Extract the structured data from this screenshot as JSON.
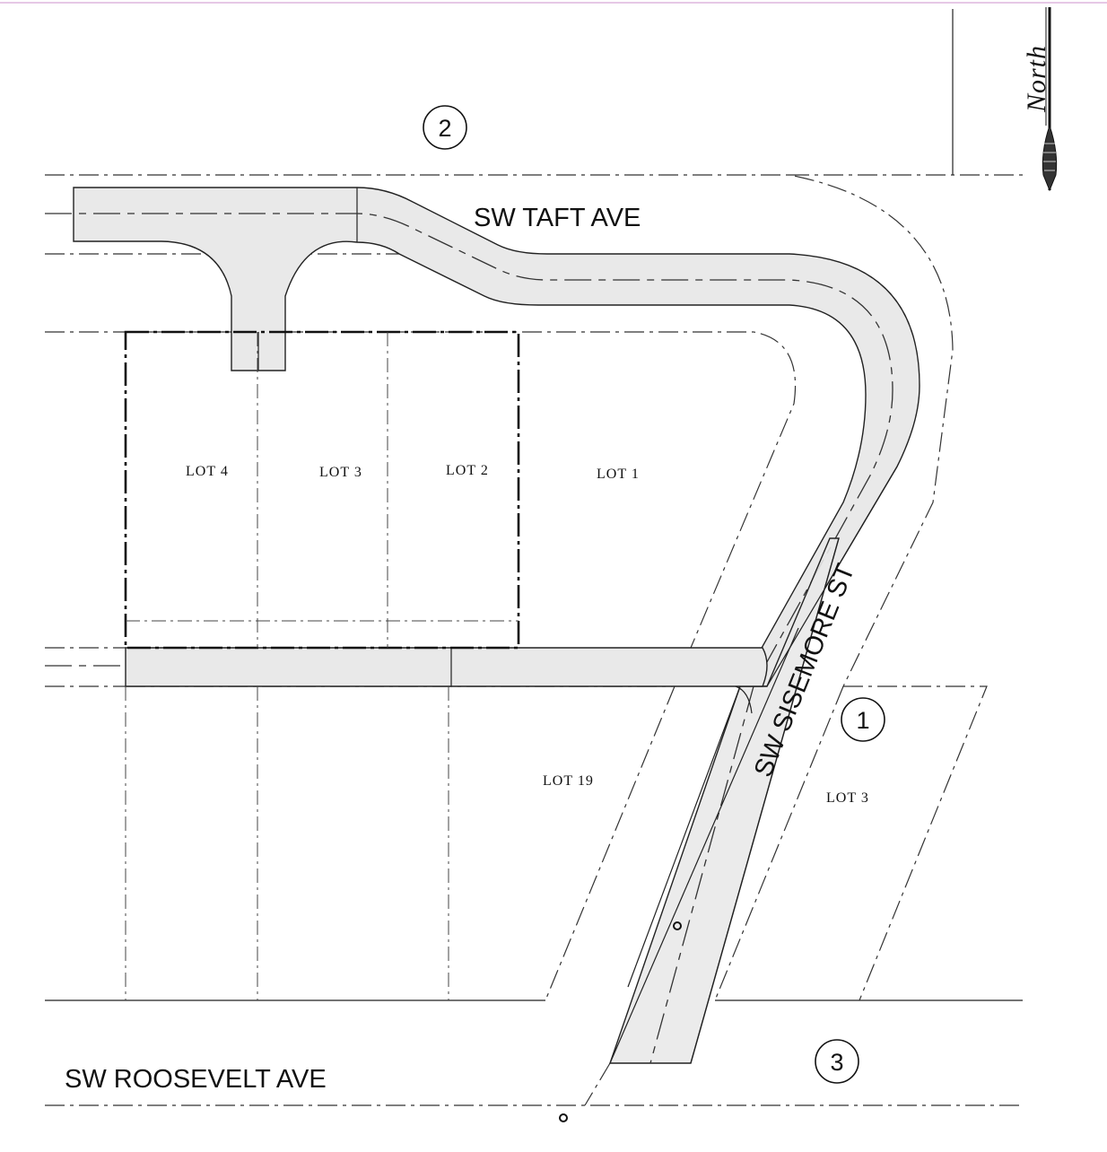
{
  "streets": {
    "taft": "SW TAFT AVE",
    "sisemore": "SW SISEMORE ST",
    "roosevelt": "SW ROOSEVELT AVE"
  },
  "lots": {
    "lot4": "LOT 4",
    "lot3_north": "LOT 3",
    "lot2": "LOT 2",
    "lot1": "LOT 1",
    "lot19": "LOT 19",
    "lot3_east": "LOT 3"
  },
  "callouts": {
    "c1": "1",
    "c2": "2",
    "c3": "3"
  },
  "north_arrow": {
    "label": "North",
    "icon": "north-arrow-icon"
  },
  "colors": {
    "road_fill": "#e9e9e9",
    "ink": "#111111"
  }
}
